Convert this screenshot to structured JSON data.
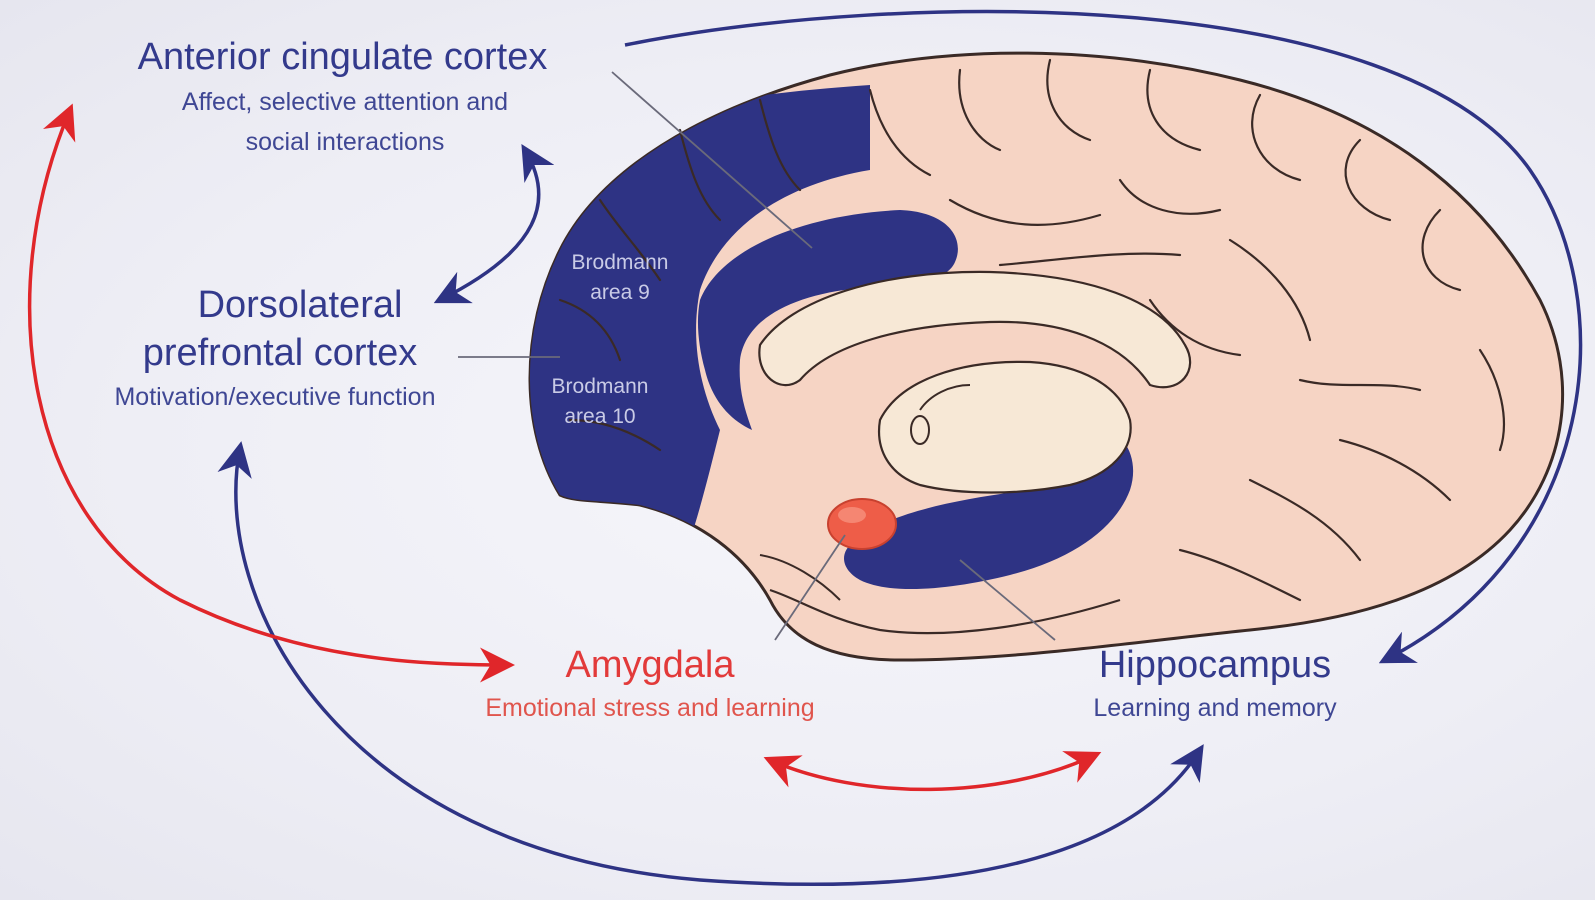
{
  "colors": {
    "blue": "#2e3384",
    "red": "#e0262a",
    "brain_fill": "#f6d4c4",
    "inner_fill": "#f7e8d6",
    "amygdala": "#ee5d48",
    "outline": "#3a2a26"
  },
  "labels": {
    "acc_title": "Anterior cingulate cortex",
    "acc_sub1": "Affect, selective attention and",
    "acc_sub2": "social interactions",
    "dlpfc_title1": "Dorsolateral",
    "dlpfc_title2": "prefrontal cortex",
    "dlpfc_sub": "Motivation/executive function",
    "amygdala_title": "Amygdala",
    "amygdala_sub": "Emotional stress and learning",
    "hippo_title": "Hippocampus",
    "hippo_sub": "Learning and memory",
    "brodmann9_l1": "Brodmann",
    "brodmann9_l2": "area 9",
    "brodmann10_l1": "Brodmann",
    "brodmann10_l2": "area 10"
  }
}
